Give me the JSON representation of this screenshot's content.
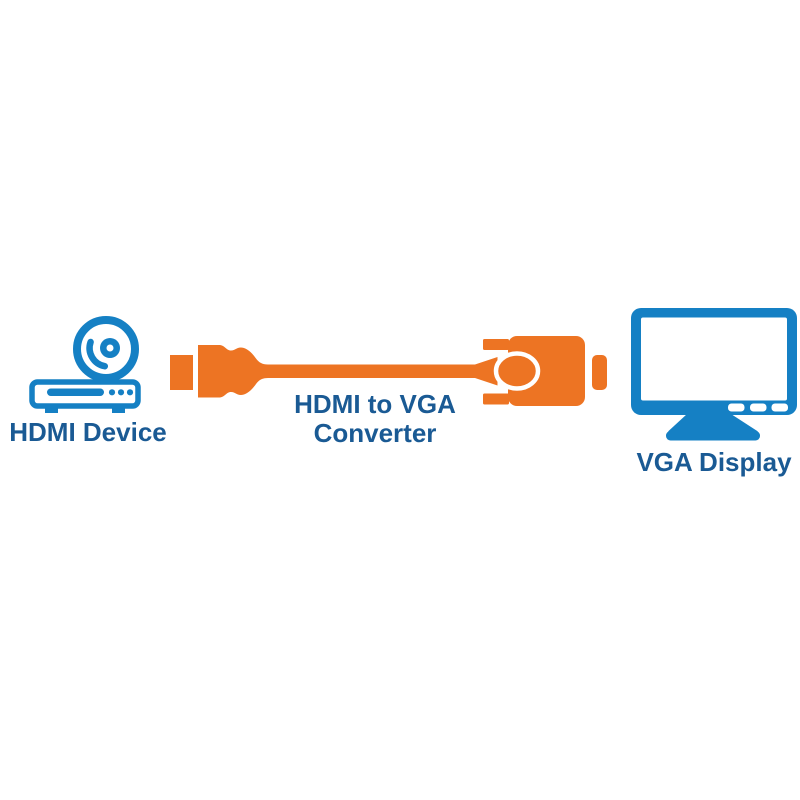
{
  "page": {
    "background": "#ffffff",
    "description": "Connection diagram: HDMI device linked by an HDMI to VGA converter cable to a VGA display"
  },
  "colors": {
    "cable_orange": "#ED7423",
    "icon_blue": "#1580C4",
    "label_blue": "#1A5A94",
    "white": "#ffffff"
  },
  "diagram": {
    "source_device": {
      "label": "HDMI Device",
      "icon": "dvd-player-with-disc-icon"
    },
    "converter": {
      "label_line1": "HDMI to VGA",
      "label_line2": "Converter",
      "icon": "hdmi-to-vga-converter-cable-icon"
    },
    "display_device": {
      "label": "VGA Display",
      "icon": "vga-monitor-icon"
    }
  }
}
